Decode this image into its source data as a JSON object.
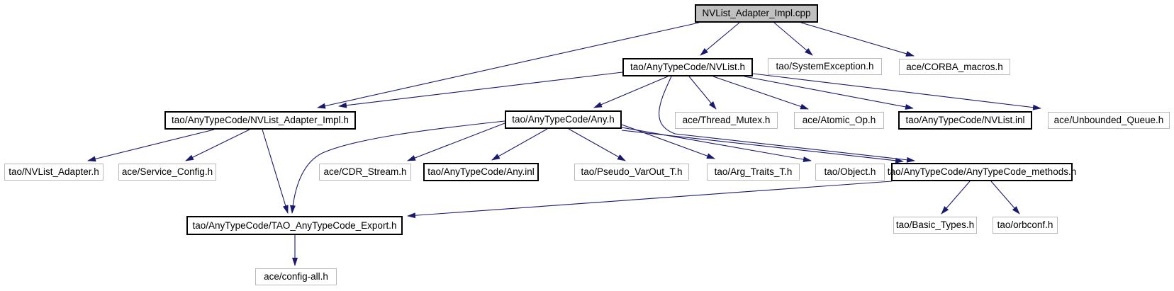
{
  "diagram": {
    "title": "Include dependency graph for NVList_Adapter_Impl.cpp",
    "type": "include-dependency-graph",
    "root": "NVList_Adapter_Impl.cpp",
    "colors": {
      "edge": "#191970",
      "linked_node_border": "#000000",
      "leaf_node_border": "#b9b9b9",
      "root_node_fill": "#c0c0c0",
      "node_fill": "#ffffff",
      "text": "#000000",
      "background": "#ffffff"
    },
    "nodes": [
      {
        "id": "cpp",
        "label": "NVList_Adapter_Impl.cpp",
        "kind": "root",
        "linked": true
      },
      {
        "id": "nvlist_h",
        "label": "tao/AnyTypeCode/NVList.h",
        "kind": "linked",
        "linked": true
      },
      {
        "id": "system_exception",
        "label": "tao/SystemException.h",
        "kind": "leaf",
        "linked": false
      },
      {
        "id": "corba_macros",
        "label": "ace/CORBA_macros.h",
        "kind": "leaf",
        "linked": false
      },
      {
        "id": "nvlist_adapter_impl_h",
        "label": "tao/AnyTypeCode/NVList_Adapter_Impl.h",
        "kind": "linked",
        "linked": true
      },
      {
        "id": "any_h",
        "label": "tao/AnyTypeCode/Any.h",
        "kind": "linked",
        "linked": true
      },
      {
        "id": "thread_mutex",
        "label": "ace/Thread_Mutex.h",
        "kind": "leaf",
        "linked": false
      },
      {
        "id": "atomic_op",
        "label": "ace/Atomic_Op.h",
        "kind": "leaf",
        "linked": false
      },
      {
        "id": "nvlist_inl",
        "label": "tao/AnyTypeCode/NVList.inl",
        "kind": "linked",
        "linked": true
      },
      {
        "id": "unbounded_queue",
        "label": "ace/Unbounded_Queue.h",
        "kind": "leaf",
        "linked": false
      },
      {
        "id": "nvlist_adapter",
        "label": "tao/NVList_Adapter.h",
        "kind": "leaf",
        "linked": false
      },
      {
        "id": "service_config",
        "label": "ace/Service_Config.h",
        "kind": "leaf",
        "linked": false
      },
      {
        "id": "cdr_stream",
        "label": "ace/CDR_Stream.h",
        "kind": "leaf",
        "linked": false
      },
      {
        "id": "any_inl",
        "label": "tao/AnyTypeCode/Any.inl",
        "kind": "linked",
        "linked": true
      },
      {
        "id": "pseudo_varout",
        "label": "tao/Pseudo_VarOut_T.h",
        "kind": "leaf",
        "linked": false
      },
      {
        "id": "arg_traits",
        "label": "tao/Arg_Traits_T.h",
        "kind": "leaf",
        "linked": false
      },
      {
        "id": "object_h",
        "label": "tao/Object.h",
        "kind": "leaf",
        "linked": false
      },
      {
        "id": "anytypecode_methods",
        "label": "tao/AnyTypeCode/AnyTypeCode_methods.h",
        "kind": "linked",
        "linked": true
      },
      {
        "id": "tao_anytypecode_export",
        "label": "tao/AnyTypeCode/TAO_AnyTypeCode_Export.h",
        "kind": "linked",
        "linked": true
      },
      {
        "id": "basic_types",
        "label": "tao/Basic_Types.h",
        "kind": "leaf",
        "linked": false
      },
      {
        "id": "orbconf",
        "label": "tao/orbconf.h",
        "kind": "leaf",
        "linked": false
      },
      {
        "id": "config_all",
        "label": "ace/config-all.h",
        "kind": "leaf",
        "linked": false
      }
    ],
    "edges": [
      {
        "from": "cpp",
        "to": "nvlist_adapter_impl_h"
      },
      {
        "from": "cpp",
        "to": "nvlist_h"
      },
      {
        "from": "cpp",
        "to": "system_exception"
      },
      {
        "from": "cpp",
        "to": "corba_macros"
      },
      {
        "from": "nvlist_h",
        "to": "nvlist_adapter_impl_h"
      },
      {
        "from": "nvlist_h",
        "to": "any_h"
      },
      {
        "from": "nvlist_h",
        "to": "thread_mutex"
      },
      {
        "from": "nvlist_h",
        "to": "atomic_op"
      },
      {
        "from": "nvlist_h",
        "to": "nvlist_inl"
      },
      {
        "from": "nvlist_h",
        "to": "unbounded_queue"
      },
      {
        "from": "nvlist_h",
        "to": "anytypecode_methods"
      },
      {
        "from": "nvlist_adapter_impl_h",
        "to": "nvlist_adapter"
      },
      {
        "from": "nvlist_adapter_impl_h",
        "to": "service_config"
      },
      {
        "from": "nvlist_adapter_impl_h",
        "to": "tao_anytypecode_export"
      },
      {
        "from": "any_h",
        "to": "cdr_stream"
      },
      {
        "from": "any_h",
        "to": "any_inl"
      },
      {
        "from": "any_h",
        "to": "pseudo_varout"
      },
      {
        "from": "any_h",
        "to": "arg_traits"
      },
      {
        "from": "any_h",
        "to": "object_h"
      },
      {
        "from": "any_h",
        "to": "anytypecode_methods"
      },
      {
        "from": "any_h",
        "to": "tao_anytypecode_export"
      },
      {
        "from": "anytypecode_methods",
        "to": "tao_anytypecode_export"
      },
      {
        "from": "anytypecode_methods",
        "to": "basic_types"
      },
      {
        "from": "anytypecode_methods",
        "to": "orbconf"
      },
      {
        "from": "tao_anytypecode_export",
        "to": "config_all"
      }
    ]
  }
}
